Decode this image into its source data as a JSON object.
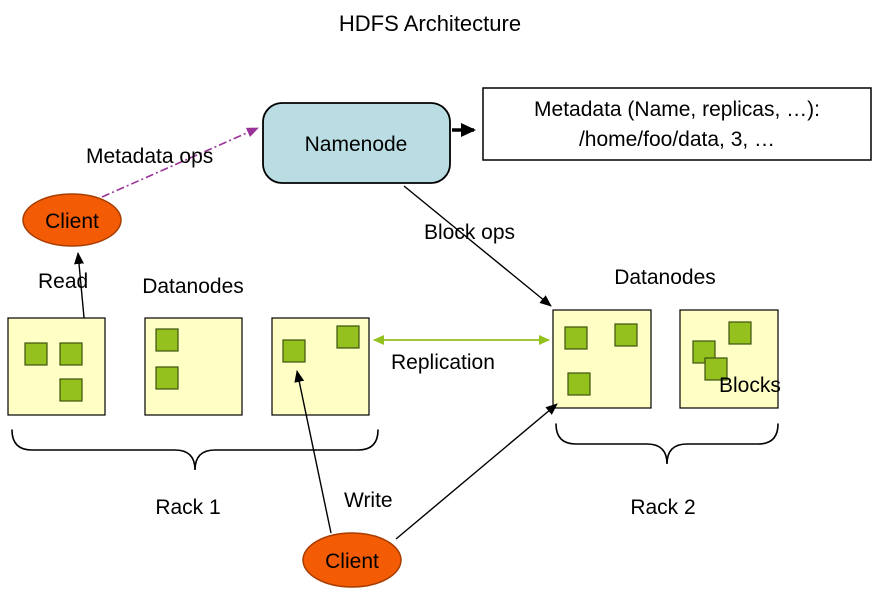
{
  "title": "HDFS Architecture",
  "namenode": {
    "label": "Namenode"
  },
  "metadata": {
    "line1": "Metadata (Name, replicas, …):",
    "line2": "/home/foo/data, 3, …"
  },
  "arrows": {
    "metadata_ops": "Metadata ops",
    "block_ops": "Block ops",
    "read": "Read",
    "write": "Write",
    "replication": "Replication"
  },
  "clients": {
    "top": "Client",
    "bottom": "Client"
  },
  "datanodes": {
    "left_label": "Datanodes",
    "right_label": "Datanodes"
  },
  "blocks_label": "Blocks",
  "racks": {
    "rack1": "Rack 1",
    "rack2": "Rack 2"
  },
  "colors": {
    "namenode_fill": "#b9dde2",
    "client_fill": "#f35b04",
    "client_stroke": "#a83d00",
    "datanode_fill": "#ffffc5",
    "block_fill": "#94c11e",
    "block_stroke": "#3e5212",
    "replication_color": "#94c11e",
    "metadata_ops_color": "#993399",
    "line_color": "#000000"
  }
}
